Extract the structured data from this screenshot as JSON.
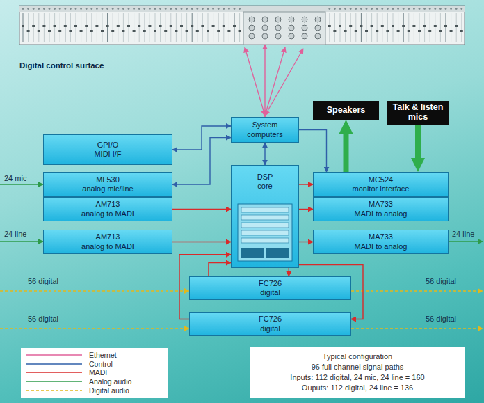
{
  "diagram": {
    "nodes": [
      {
        "text": [
          "Digital control surface"
        ]
      },
      {
        "text": [
          "GPI/O",
          "MIDI I/F"
        ]
      },
      {
        "text": [
          "System computers"
        ]
      },
      {
        "text": [
          "Speakers"
        ]
      },
      {
        "text": [
          "Talk & listen mics"
        ]
      },
      {
        "text": [
          "ML530 analog mic/line"
        ]
      },
      {
        "text": [
          "AM713 analog to MADI"
        ]
      },
      {
        "text": [
          "MC524 monitor interface"
        ]
      },
      {
        "text": [
          "MA733 MADI to analog"
        ]
      },
      {
        "text": [
          "DSP core"
        ]
      },
      {
        "text": [
          "AM713 analog to MADI"
        ]
      },
      {
        "text": [
          "MA733 MADI to analog"
        ]
      },
      {
        "text": [
          "FC726 digital"
        ]
      },
      {
        "text": [
          "FC726 digital"
        ]
      },
      {
        "text": [
          "Typical configuration",
          "96 full channel signal paths",
          "Inputs: 112 digital, 24 mic, 24 line = 160",
          "Ouputs: 112 digital, 24 line = 136"
        ]
      }
    ],
    "edges": [
      {
        "from": 2,
        "to": 0,
        "arrow": "both"
      },
      {
        "from": 2,
        "to": 1,
        "arrow": "both"
      },
      {
        "from": 2,
        "to": 5,
        "arrow": "both"
      },
      {
        "from": 2,
        "to": 9,
        "arrow": "both"
      },
      {
        "from": 2,
        "to": 7,
        "arrow": "to"
      },
      {
        "from": 6,
        "to": 9,
        "arrow": "to"
      },
      {
        "from": 10,
        "to": 9,
        "arrow": "to"
      },
      {
        "from": 9,
        "to": 7,
        "arrow": "to"
      },
      {
        "from": 9,
        "to": 8,
        "arrow": "to"
      },
      {
        "from": 9,
        "to": 11,
        "arrow": "to"
      },
      {
        "from": 12,
        "to": 9,
        "arrow": "to"
      },
      {
        "from": 9,
        "to": 12,
        "arrow": "to"
      },
      {
        "from": 9,
        "to": 13,
        "arrow": "to"
      },
      {
        "from": 13,
        "to": 9,
        "arrow": "to"
      },
      {
        "from": 7,
        "to": 3,
        "arrow": "to"
      },
      {
        "from": 4,
        "to": 7,
        "arrow": "to"
      }
    ],
    "labels": [
      "24 mic",
      "24 line",
      "24 line",
      "56 digital",
      "56 digital",
      "56 digital",
      "56 digital"
    ],
    "legend": [
      {
        "text": "Ethernet"
      },
      {
        "text": "Control"
      },
      {
        "text": "MADI"
      },
      {
        "text": "Analog audio"
      },
      {
        "text": "Digital audio"
      }
    ]
  }
}
